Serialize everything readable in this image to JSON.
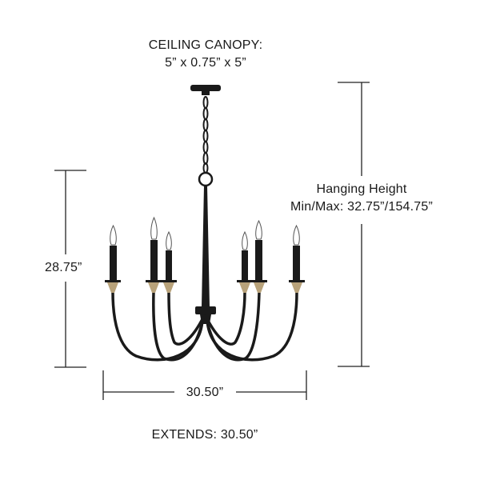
{
  "canopy": {
    "title": "CEILING CANOPY:",
    "size": "5” x 0.75” x 5”"
  },
  "hanging": {
    "title": "Hanging Height",
    "minmax": "Min/Max: 32.75”/154.75”"
  },
  "height_dim": "28.75”",
  "width_dim": "30.50”",
  "extends": "EXTENDS: 30.50”",
  "colors": {
    "ink": "#1a1a1a",
    "brass": "#b8a27a",
    "dim_line": "#222222"
  }
}
